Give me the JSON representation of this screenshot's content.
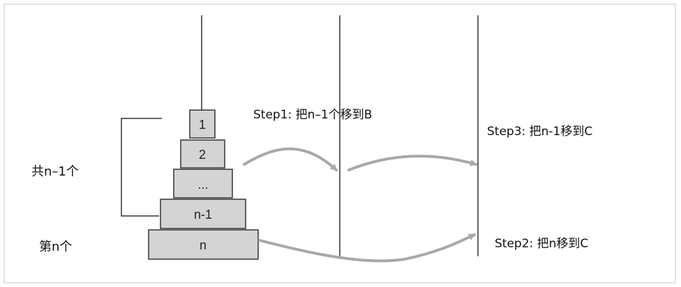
{
  "disks": [
    {
      "label": "1"
    },
    {
      "label": "2"
    },
    {
      "label": "..."
    },
    {
      "label": "n-1"
    },
    {
      "label": "n"
    }
  ],
  "steps": {
    "step1": "Step1: 把n–1个移到B",
    "step2": "Step2: 把n移到C",
    "step3": "Step3: 把n-1移到C"
  },
  "labels": {
    "group": "共n–1个",
    "nth": "第n个"
  },
  "colors": {
    "disk_fill": "#d4d4d4",
    "disk_stroke": "#333333",
    "arrow": "#a8a8a8",
    "peg": "#333333",
    "frame": "#c8c8c8"
  }
}
